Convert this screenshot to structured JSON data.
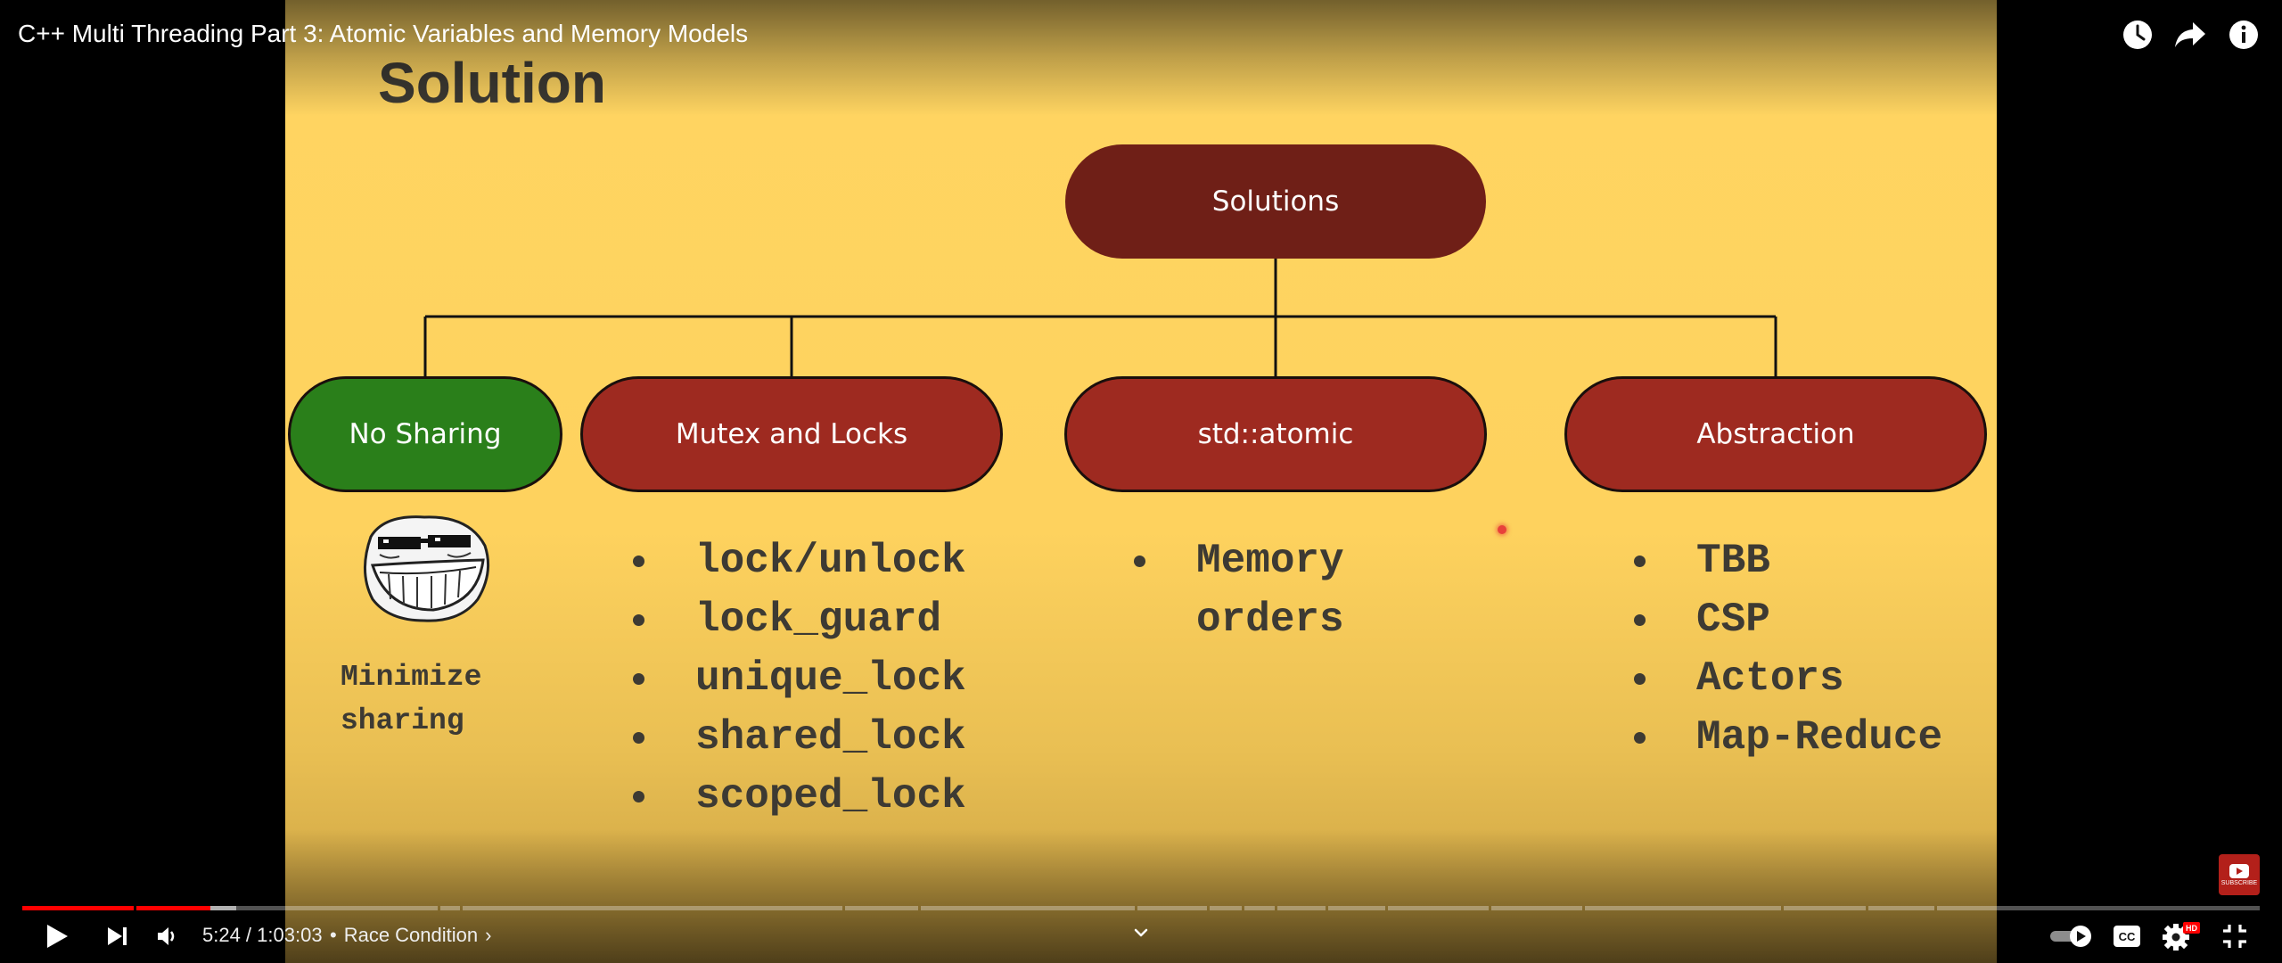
{
  "player": {
    "title": "C++ Multi Threading Part 3: Atomic Variables and Memory Models",
    "time": "5:24 / 1:03:03",
    "chapter_separator": "•",
    "chapter": "Race Condition",
    "chapter_chevron": "›",
    "progress_fraction": 0.0857,
    "subscribe_label": "SUBSCRIBE",
    "hd_badge": "HD",
    "icons": {
      "watch_later": "clock-icon",
      "share": "share-arrow-icon",
      "info": "info-icon",
      "play": "play-icon",
      "next": "skip-next-icon",
      "volume": "volume-icon",
      "autoplay": "autoplay-toggle-icon",
      "captions": "cc-icon",
      "settings": "gear-icon",
      "fullscreen": "fullscreen-exit-icon"
    },
    "colors": {
      "progress": "#ff0000",
      "slide_background": "#ffd562"
    }
  },
  "slide": {
    "heading": "Solution",
    "root": "Solutions",
    "branches": {
      "no_sharing": "No Sharing",
      "mutex": "Mutex and Locks",
      "atomic": "std::atomic",
      "abstraction": "Abstraction"
    },
    "no_sharing_note": "Minimize\nsharing",
    "mutex_items": [
      "lock/unlock",
      "lock_guard",
      "unique_lock",
      "shared_lock",
      "scoped_lock"
    ],
    "atomic_items": [
      "Memory",
      "orders"
    ],
    "abstraction_items": [
      "TBB",
      "CSP",
      "Actors",
      "Map-Reduce"
    ],
    "colors": {
      "root_node": "#6f1f17",
      "branch_node": "#9e2a20",
      "no_sharing_node": "#2a7f1a"
    }
  }
}
